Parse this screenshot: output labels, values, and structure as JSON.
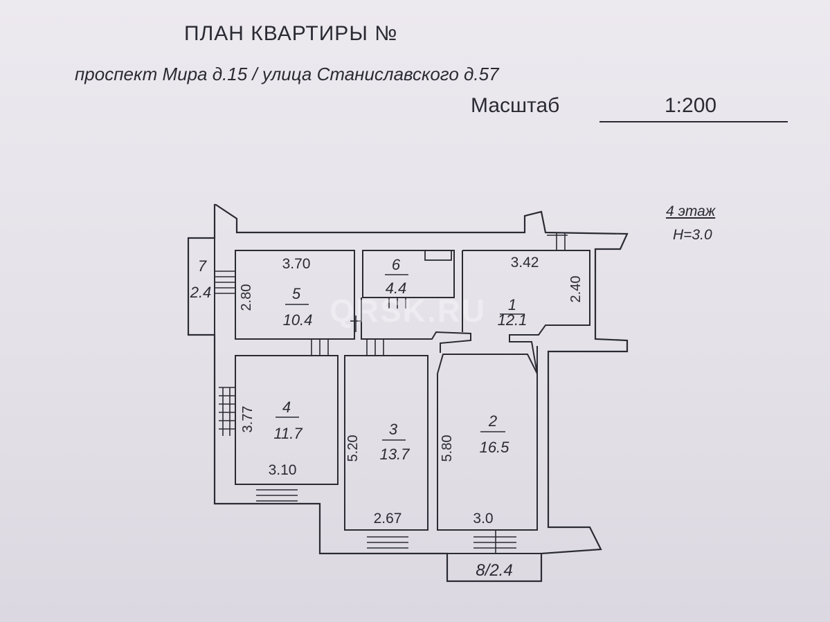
{
  "header": {
    "title": "ПЛАН КВАРТИРЫ №",
    "address": "проспект Мира д.15 / улица Станиславского д.57",
    "scale_label": "Масштаб",
    "scale_value": "1:200"
  },
  "floor": {
    "floor_label": "4 этаж",
    "height_label": "H=3.0"
  },
  "rooms": [
    {
      "number": "1",
      "area": "12.1",
      "width": "3.42",
      "depth": "2.40"
    },
    {
      "number": "2",
      "area": "16.5",
      "width": "3.0",
      "depth": "5.80"
    },
    {
      "number": "3",
      "area": "13.7",
      "width": "2.67",
      "depth": "5.20"
    },
    {
      "number": "4",
      "area": "11.7",
      "width": "3.10",
      "depth": "3.77"
    },
    {
      "number": "5",
      "area": "10.4",
      "width": "3.70",
      "depth": "2.80"
    },
    {
      "number": "6",
      "area": "4.4"
    },
    {
      "number": "7",
      "area": "2.4"
    },
    {
      "number": "8",
      "area": "2.4",
      "label": "8/2.4"
    }
  ],
  "watermark": "QRSK.RU",
  "colors": {
    "ink": "#2a2a33",
    "paper": "#e6e3ea"
  }
}
